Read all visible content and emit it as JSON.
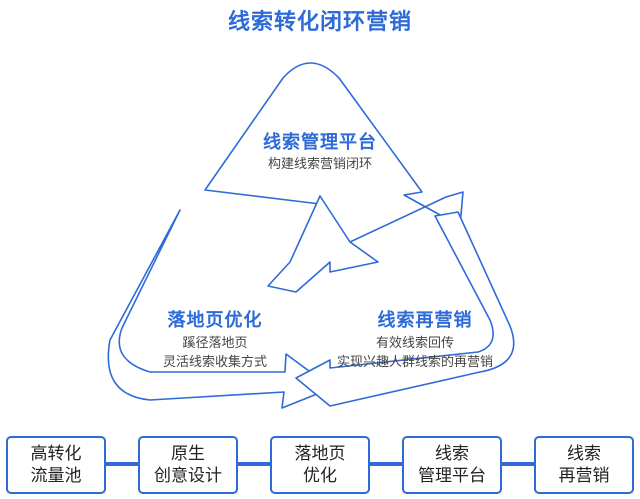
{
  "title": "线索转化闭环营销",
  "segments": {
    "top": {
      "title": "线索管理平台",
      "subtitle": "构建线索营销闭环"
    },
    "left": {
      "title": "落地页优化",
      "lines": [
        "蹊径落地页",
        "灵活线索收集方式"
      ]
    },
    "right": {
      "title": "线索再营销",
      "lines": [
        "有效线索回传",
        "实现兴趣人群线索的再营销"
      ]
    }
  },
  "flow": [
    {
      "line1": "高转化",
      "line2": "流量池"
    },
    {
      "line1": "原生",
      "line2": "创意设计"
    },
    {
      "line1": "落地页",
      "line2": "优化"
    },
    {
      "line1": "线索",
      "line2": "管理平台"
    },
    {
      "line1": "线索",
      "line2": "再营销"
    }
  ],
  "colors": {
    "accent": "#2e6bd8",
    "text": "#222222",
    "subtext": "#444444"
  }
}
